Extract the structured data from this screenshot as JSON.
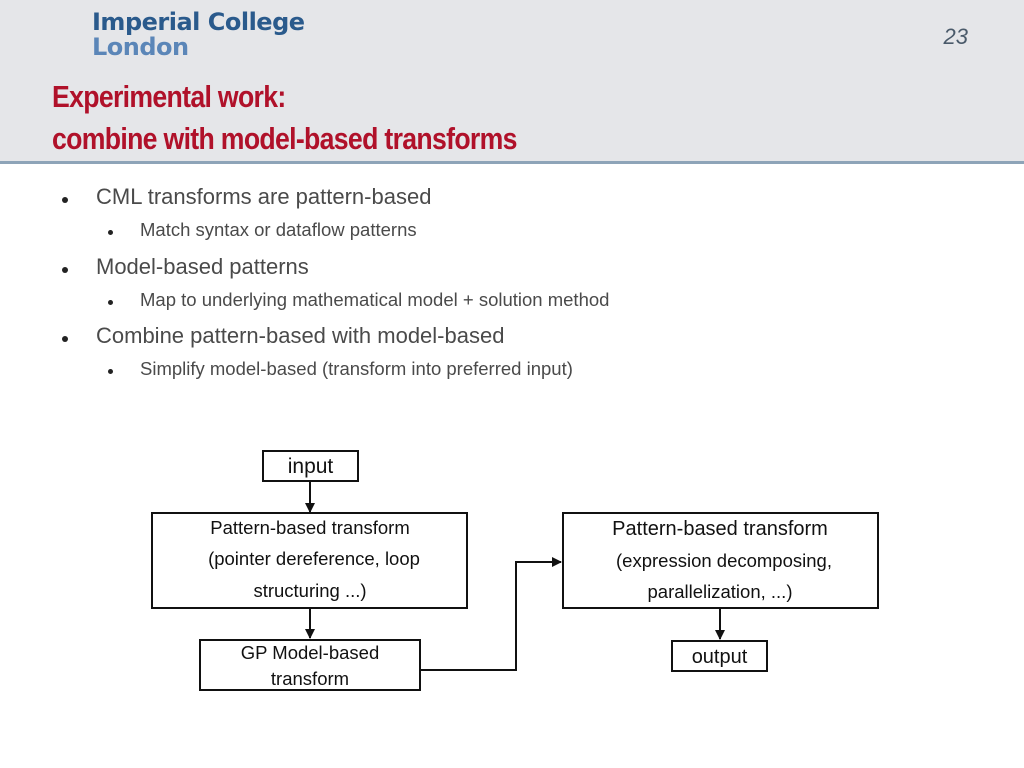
{
  "header": {
    "logo_line1": "Imperial College",
    "logo_line2": "London",
    "page_number": "23",
    "title_line1": "Experimental work:",
    "title_line2": "combine with model-based transforms"
  },
  "bullets": [
    {
      "text": "CML transforms are pattern-based",
      "sub": "Match syntax or dataflow patterns"
    },
    {
      "text": "Model-based patterns",
      "sub": "Map to underlying mathematical model + solution method"
    },
    {
      "text": "Combine pattern-based with model-based",
      "sub": "Simplify model-based (transform into preferred input)"
    }
  ],
  "diagram": {
    "input": "input",
    "left_box_line1": "Pattern-based transform",
    "left_box_line2": "(pointer dereference, loop",
    "left_box_line3": "structuring ...)",
    "gp_box_line1": "GP Model-based",
    "gp_box_line2": "transform",
    "right_box_line1": "Pattern-based transform",
    "right_box_line2": "(expression decomposing,",
    "right_box_line3": "parallelization, ...)",
    "output": "output"
  }
}
